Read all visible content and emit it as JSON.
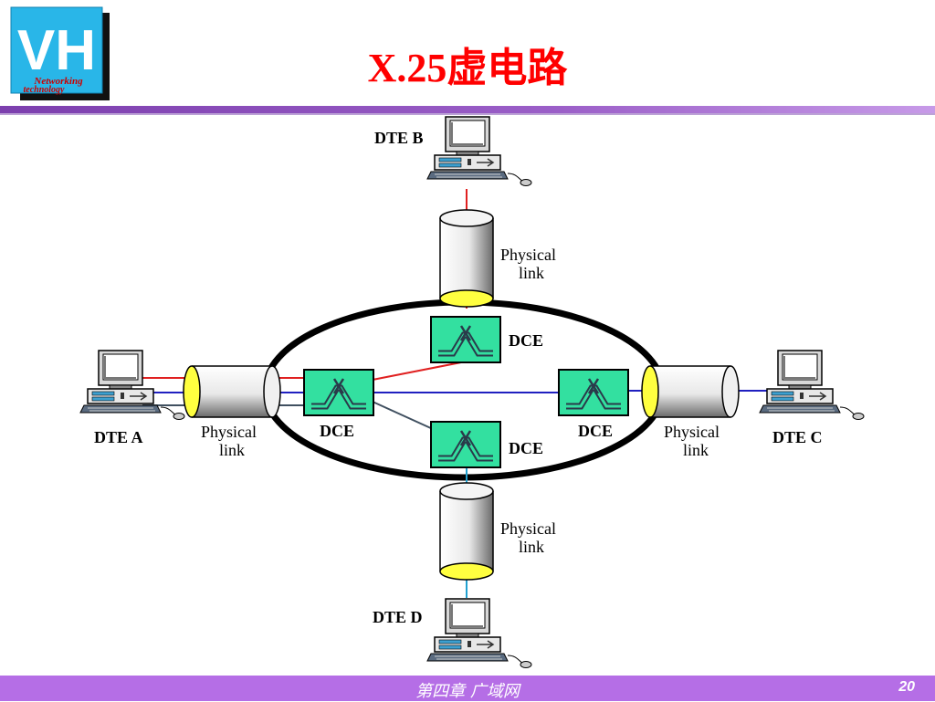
{
  "slide": {
    "title": "X.25虚电路",
    "logo": {
      "letters": "VH",
      "line1": "Networking",
      "line2": "technology"
    },
    "footer": {
      "chapter": "第四章 广域网",
      "page": "20"
    }
  },
  "diagram": {
    "dte": [
      {
        "id": "B",
        "label": "DTE B"
      },
      {
        "id": "A",
        "label": "DTE A"
      },
      {
        "id": "C",
        "label": "DTE C"
      },
      {
        "id": "D",
        "label": "DTE D"
      }
    ],
    "dce_label": "DCE",
    "physical_link": {
      "line1": "Physical",
      "line2": "link"
    }
  },
  "colors": {
    "title": "#ff0000",
    "band": "#9b5fc8",
    "dce_fill": "#33e0a0",
    "link_red": "#e02020",
    "link_blue": "#2020c0",
    "link_slate": "#405060",
    "link_cyan": "#20a0d0",
    "cylinder_end": "#ffff40"
  }
}
